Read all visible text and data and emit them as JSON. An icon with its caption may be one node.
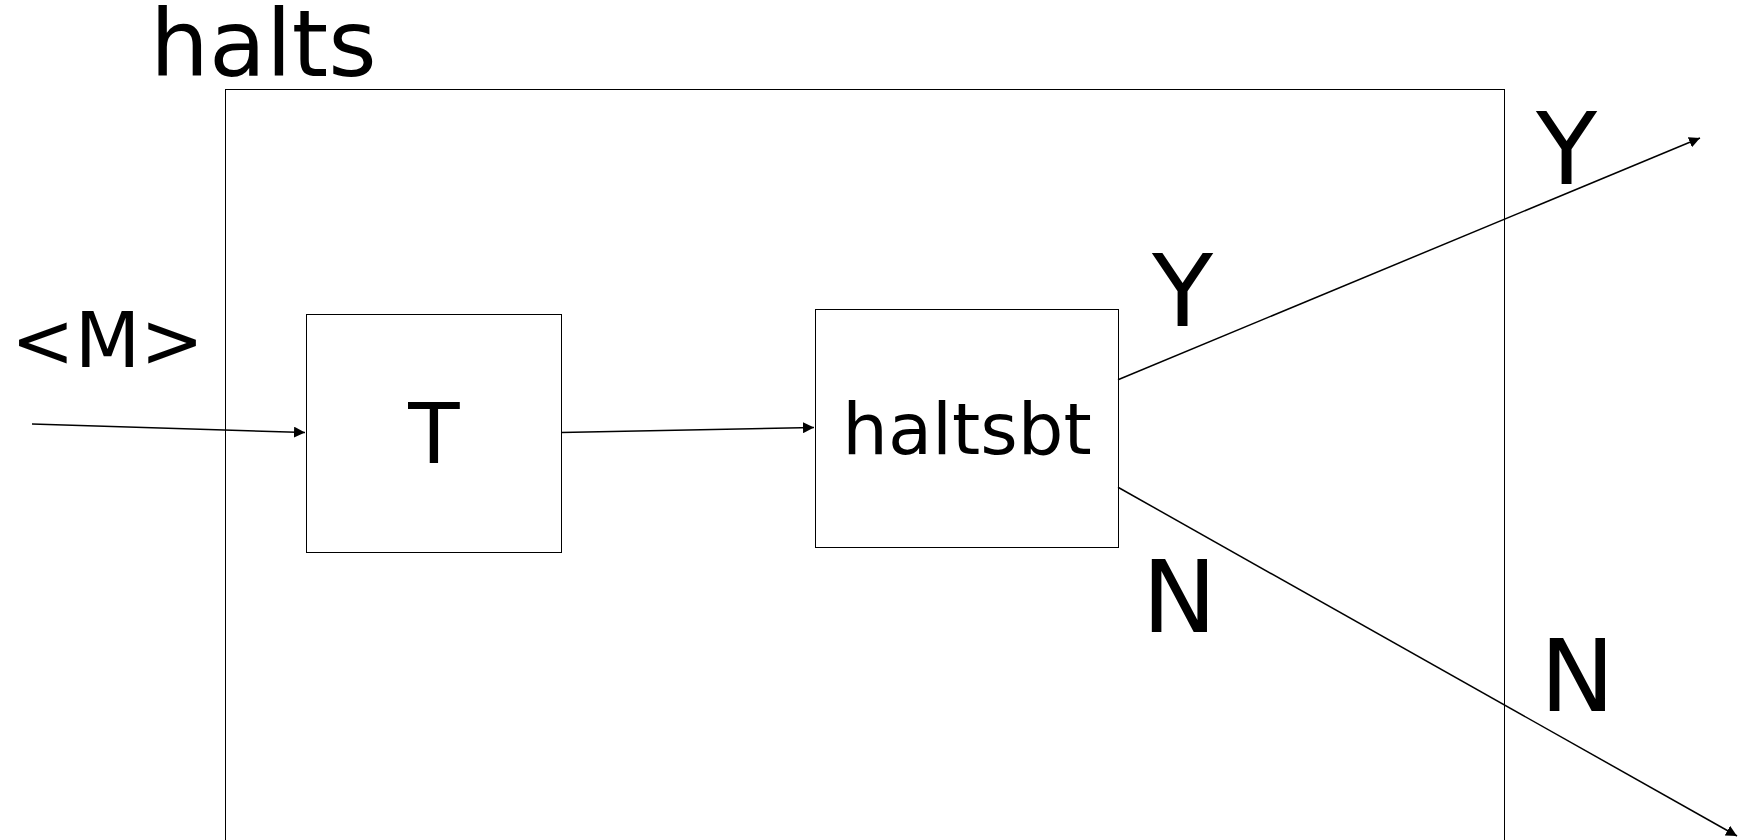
{
  "diagram": {
    "nodes": [
      {
        "text": [
          "halts"
        ]
      },
      {
        "text": [
          "T"
        ],
        "in": 0
      },
      {
        "text": [
          "haltsbt"
        ],
        "in": 0
      }
    ],
    "edges": [
      {
        "from": null,
        "to": 1,
        "arrow": "to",
        "label": "<M>"
      },
      {
        "from": 1,
        "to": 2,
        "arrow": "to"
      },
      {
        "from": 2,
        "to": null,
        "arrow": "to",
        "label": "Y"
      },
      {
        "from": 2,
        "to": null,
        "arrow": "to",
        "label": "N"
      }
    ],
    "labels": [
      "Y",
      "N"
    ]
  }
}
